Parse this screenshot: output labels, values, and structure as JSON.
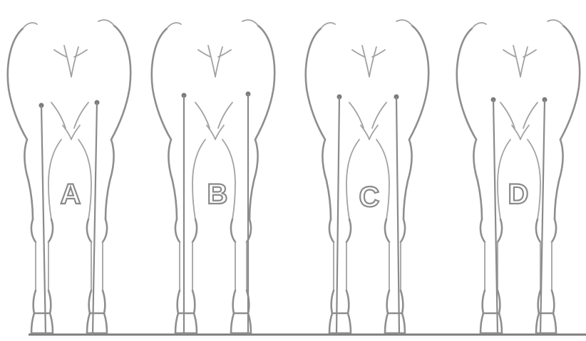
{
  "figures": [
    {
      "label": "A"
    },
    {
      "label": "B"
    },
    {
      "label": "C"
    },
    {
      "label": "D"
    }
  ],
  "colors": {
    "line": "#8e8e8e",
    "background": "#ffffff"
  }
}
